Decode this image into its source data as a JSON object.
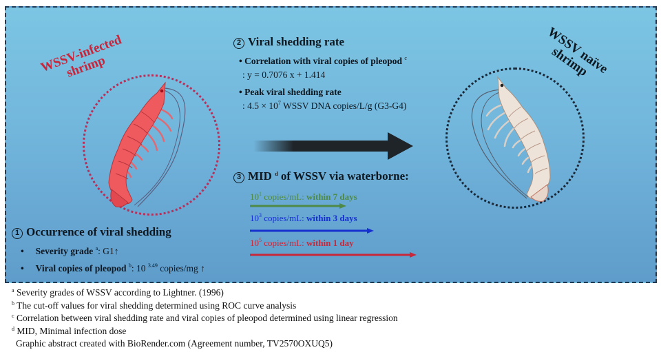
{
  "labels": {
    "infected_line1": "WSSV-infected",
    "infected_line2": "shrimp",
    "naive_line1": "WSSV naïve",
    "naive_line2": "shrimp"
  },
  "section2": {
    "number": "2",
    "title": "Viral shedding rate",
    "bullet1_label": "Correlation with viral copies of pleopod",
    "bullet1_sup": "c",
    "bullet1_value": ": y = 0.7076 x + 1.414",
    "bullet2_label": "Peak viral shedding rate",
    "bullet2_value_prefix": ": 4.5 × 10",
    "bullet2_exp": "7",
    "bullet2_value_suffix": " WSSV DNA copies/L/g (G3-G4)"
  },
  "section3": {
    "number": "3",
    "title_prefix": "MID",
    "title_sup": "d",
    "title_suffix": "of WSSV via waterborne:",
    "doses": [
      {
        "base": "10",
        "exp": "1",
        "unit": " copies/mL: ",
        "time": "within 7 days",
        "color": "#4e8a45"
      },
      {
        "base": "10",
        "exp": "3",
        "unit": " copies/mL: ",
        "time": "within 3 days",
        "color": "#1730d0"
      },
      {
        "base": "10",
        "exp": "5",
        "unit": " copies/mL: ",
        "time": "within 1 day",
        "color": "#c8283a"
      }
    ]
  },
  "section1": {
    "number": "1",
    "title": "Occurrence of viral shedding",
    "bullet1_label": "Severity grade",
    "bullet1_sup": "a",
    "bullet1_value": ": G1↑",
    "bullet2_label": "Viral copies of pleopod",
    "bullet2_sup": "b",
    "bullet2_value_prefix": ": 10",
    "bullet2_exp": "3.49",
    "bullet2_value_suffix": " copies/mg ↑"
  },
  "footnotes": [
    {
      "sup": "a",
      "text": "Severity grades of WSSV according to Lightner. (1996)"
    },
    {
      "sup": "b",
      "text": "The cut-off values for viral shedding determined using ROC curve analysis"
    },
    {
      "sup": "c",
      "text": "Correlation between viral shedding rate and viral copies of pleopod determined using linear regression"
    },
    {
      "sup": "d",
      "text": "MID, Minimal infection dose"
    },
    {
      "sup": "",
      "text": "Graphic abstract created with BioRender.com (Agreement number, TV2570OXUQ5)"
    }
  ],
  "colors": {
    "panel_top": "#7cc5e3",
    "panel_bottom": "#5f9ccb",
    "infected_red": "#c8243a",
    "dark": "#0f1820"
  },
  "icons": {
    "infected_shrimp": "shrimp-red-icon",
    "naive_shrimp": "shrimp-white-icon",
    "transmission_arrow": "arrow-right-icon"
  }
}
